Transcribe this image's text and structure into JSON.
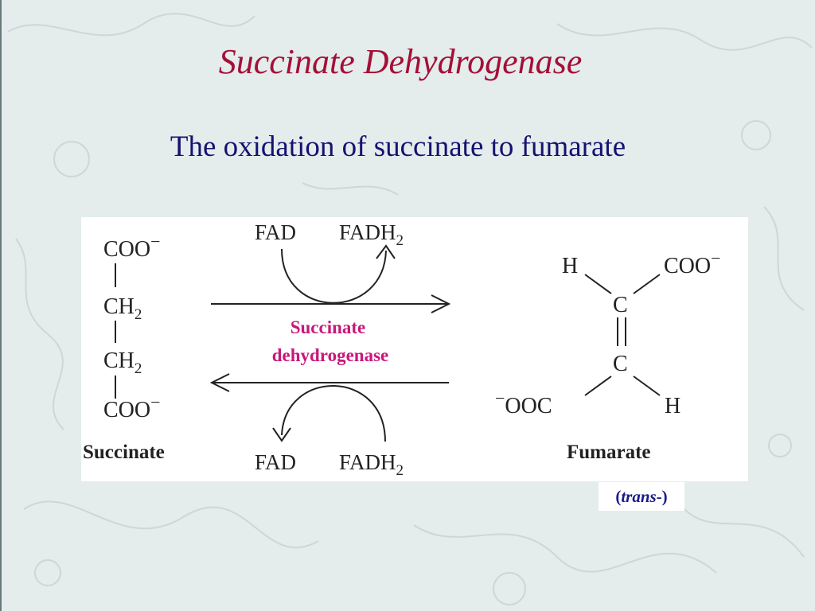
{
  "slide": {
    "title": "Succinate Dehydrogenase",
    "subtitle": "The oxidation of succinate to fumarate"
  },
  "reaction": {
    "succinate": {
      "top": "COO",
      "mid1": "CH",
      "mid2": "CH",
      "bottom": "COO",
      "charge": "−",
      "subscript": "2",
      "label": "Succinate"
    },
    "cofactors": {
      "top_in": "FAD",
      "top_out": "FADH",
      "bottom_out": "FAD",
      "bottom_in": "FADH",
      "subscript": "2"
    },
    "enzyme": {
      "line1": "Succinate",
      "line2": "dehydrogenase"
    },
    "fumarate": {
      "h_top": "H",
      "coo_top": "COO",
      "c_top": "C",
      "c_bottom": "C",
      "ooc_bottom": "OOC",
      "h_bottom": "H",
      "charge": "−",
      "label": "Fumarate"
    },
    "isomer": {
      "open": "(",
      "italic": "trans",
      "close": "-)"
    }
  },
  "colors": {
    "title": "#a50f37",
    "subtitle": "#141370",
    "enzyme": "#c8177a",
    "isomer": "#1a1a8c"
  },
  "icons": [
    "forward-arrow-icon",
    "reverse-arrow-icon",
    "cofactor-curve-icon"
  ]
}
